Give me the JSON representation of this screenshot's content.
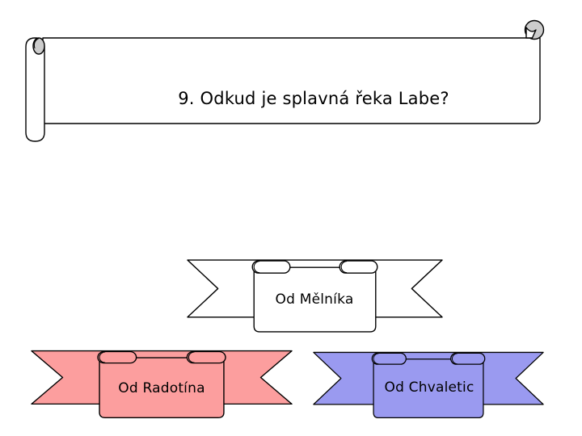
{
  "question": {
    "text": "9. Odkud je splavná řeka Labe?"
  },
  "answers": [
    {
      "label": "Od Mělníka",
      "fill": "#ffffff"
    },
    {
      "label": "Od Radotína",
      "fill": "#fc9e9e"
    },
    {
      "label": "Od Chvaletic",
      "fill": "#9a9af0"
    }
  ],
  "colors": {
    "background": "#ffffff",
    "outline": "#000000",
    "text": "#000000",
    "scroll_fill": "#ffffff",
    "curl_fill": "#cccccc"
  }
}
